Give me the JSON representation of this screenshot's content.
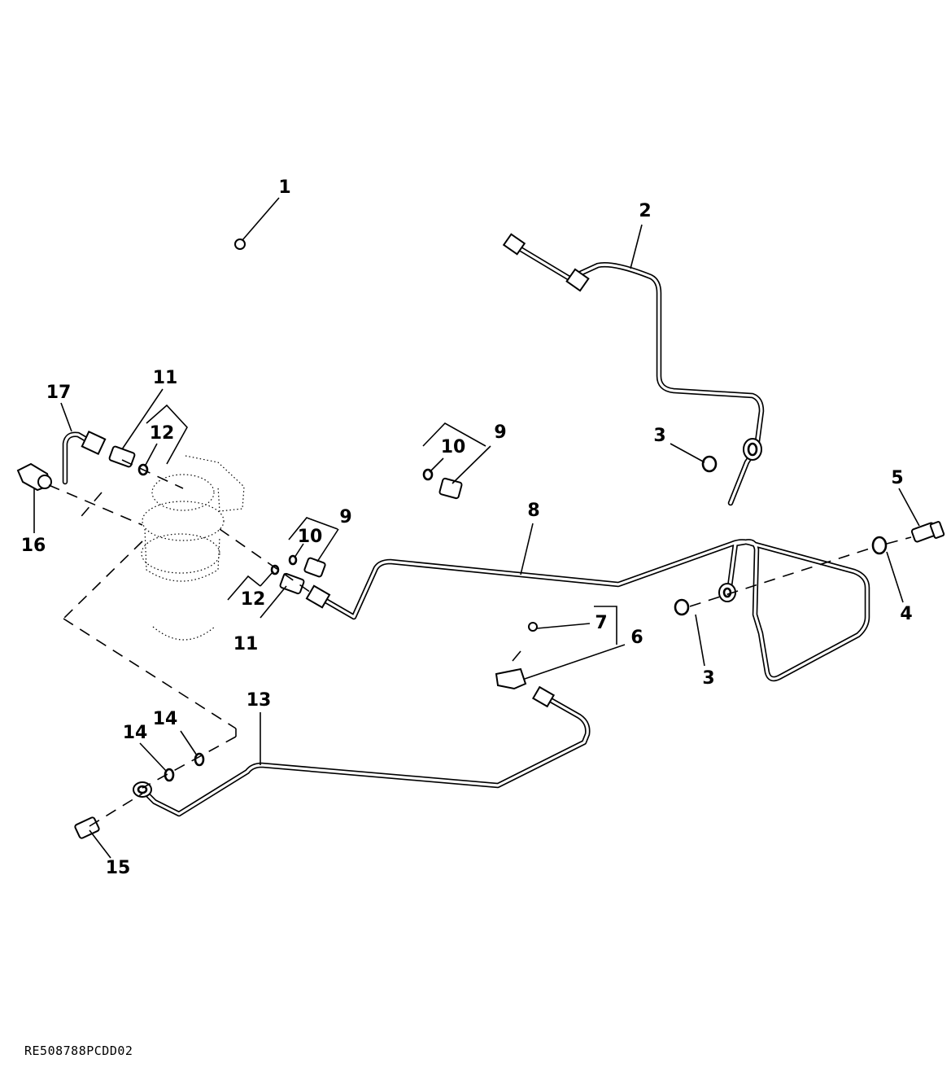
{
  "diagram": {
    "reference_code": "RE508788PCDD02",
    "callouts": [
      {
        "id": "c1",
        "label": "1"
      },
      {
        "id": "c2",
        "label": "2"
      },
      {
        "id": "c3a",
        "label": "3"
      },
      {
        "id": "c3b",
        "label": "3"
      },
      {
        "id": "c4",
        "label": "4"
      },
      {
        "id": "c5",
        "label": "5"
      },
      {
        "id": "c6",
        "label": "6"
      },
      {
        "id": "c7",
        "label": "7"
      },
      {
        "id": "c8",
        "label": "8"
      },
      {
        "id": "c9a",
        "label": "9"
      },
      {
        "id": "c9b",
        "label": "9"
      },
      {
        "id": "c10a",
        "label": "10"
      },
      {
        "id": "c10b",
        "label": "10"
      },
      {
        "id": "c11a",
        "label": "11"
      },
      {
        "id": "c11b",
        "label": "11"
      },
      {
        "id": "c12a",
        "label": "12"
      },
      {
        "id": "c12b",
        "label": "12"
      },
      {
        "id": "c13",
        "label": "13"
      },
      {
        "id": "c14a",
        "label": "14"
      },
      {
        "id": "c14b",
        "label": "14"
      },
      {
        "id": "c15",
        "label": "15"
      },
      {
        "id": "c16",
        "label": "16"
      },
      {
        "id": "c17",
        "label": "17"
      }
    ]
  }
}
